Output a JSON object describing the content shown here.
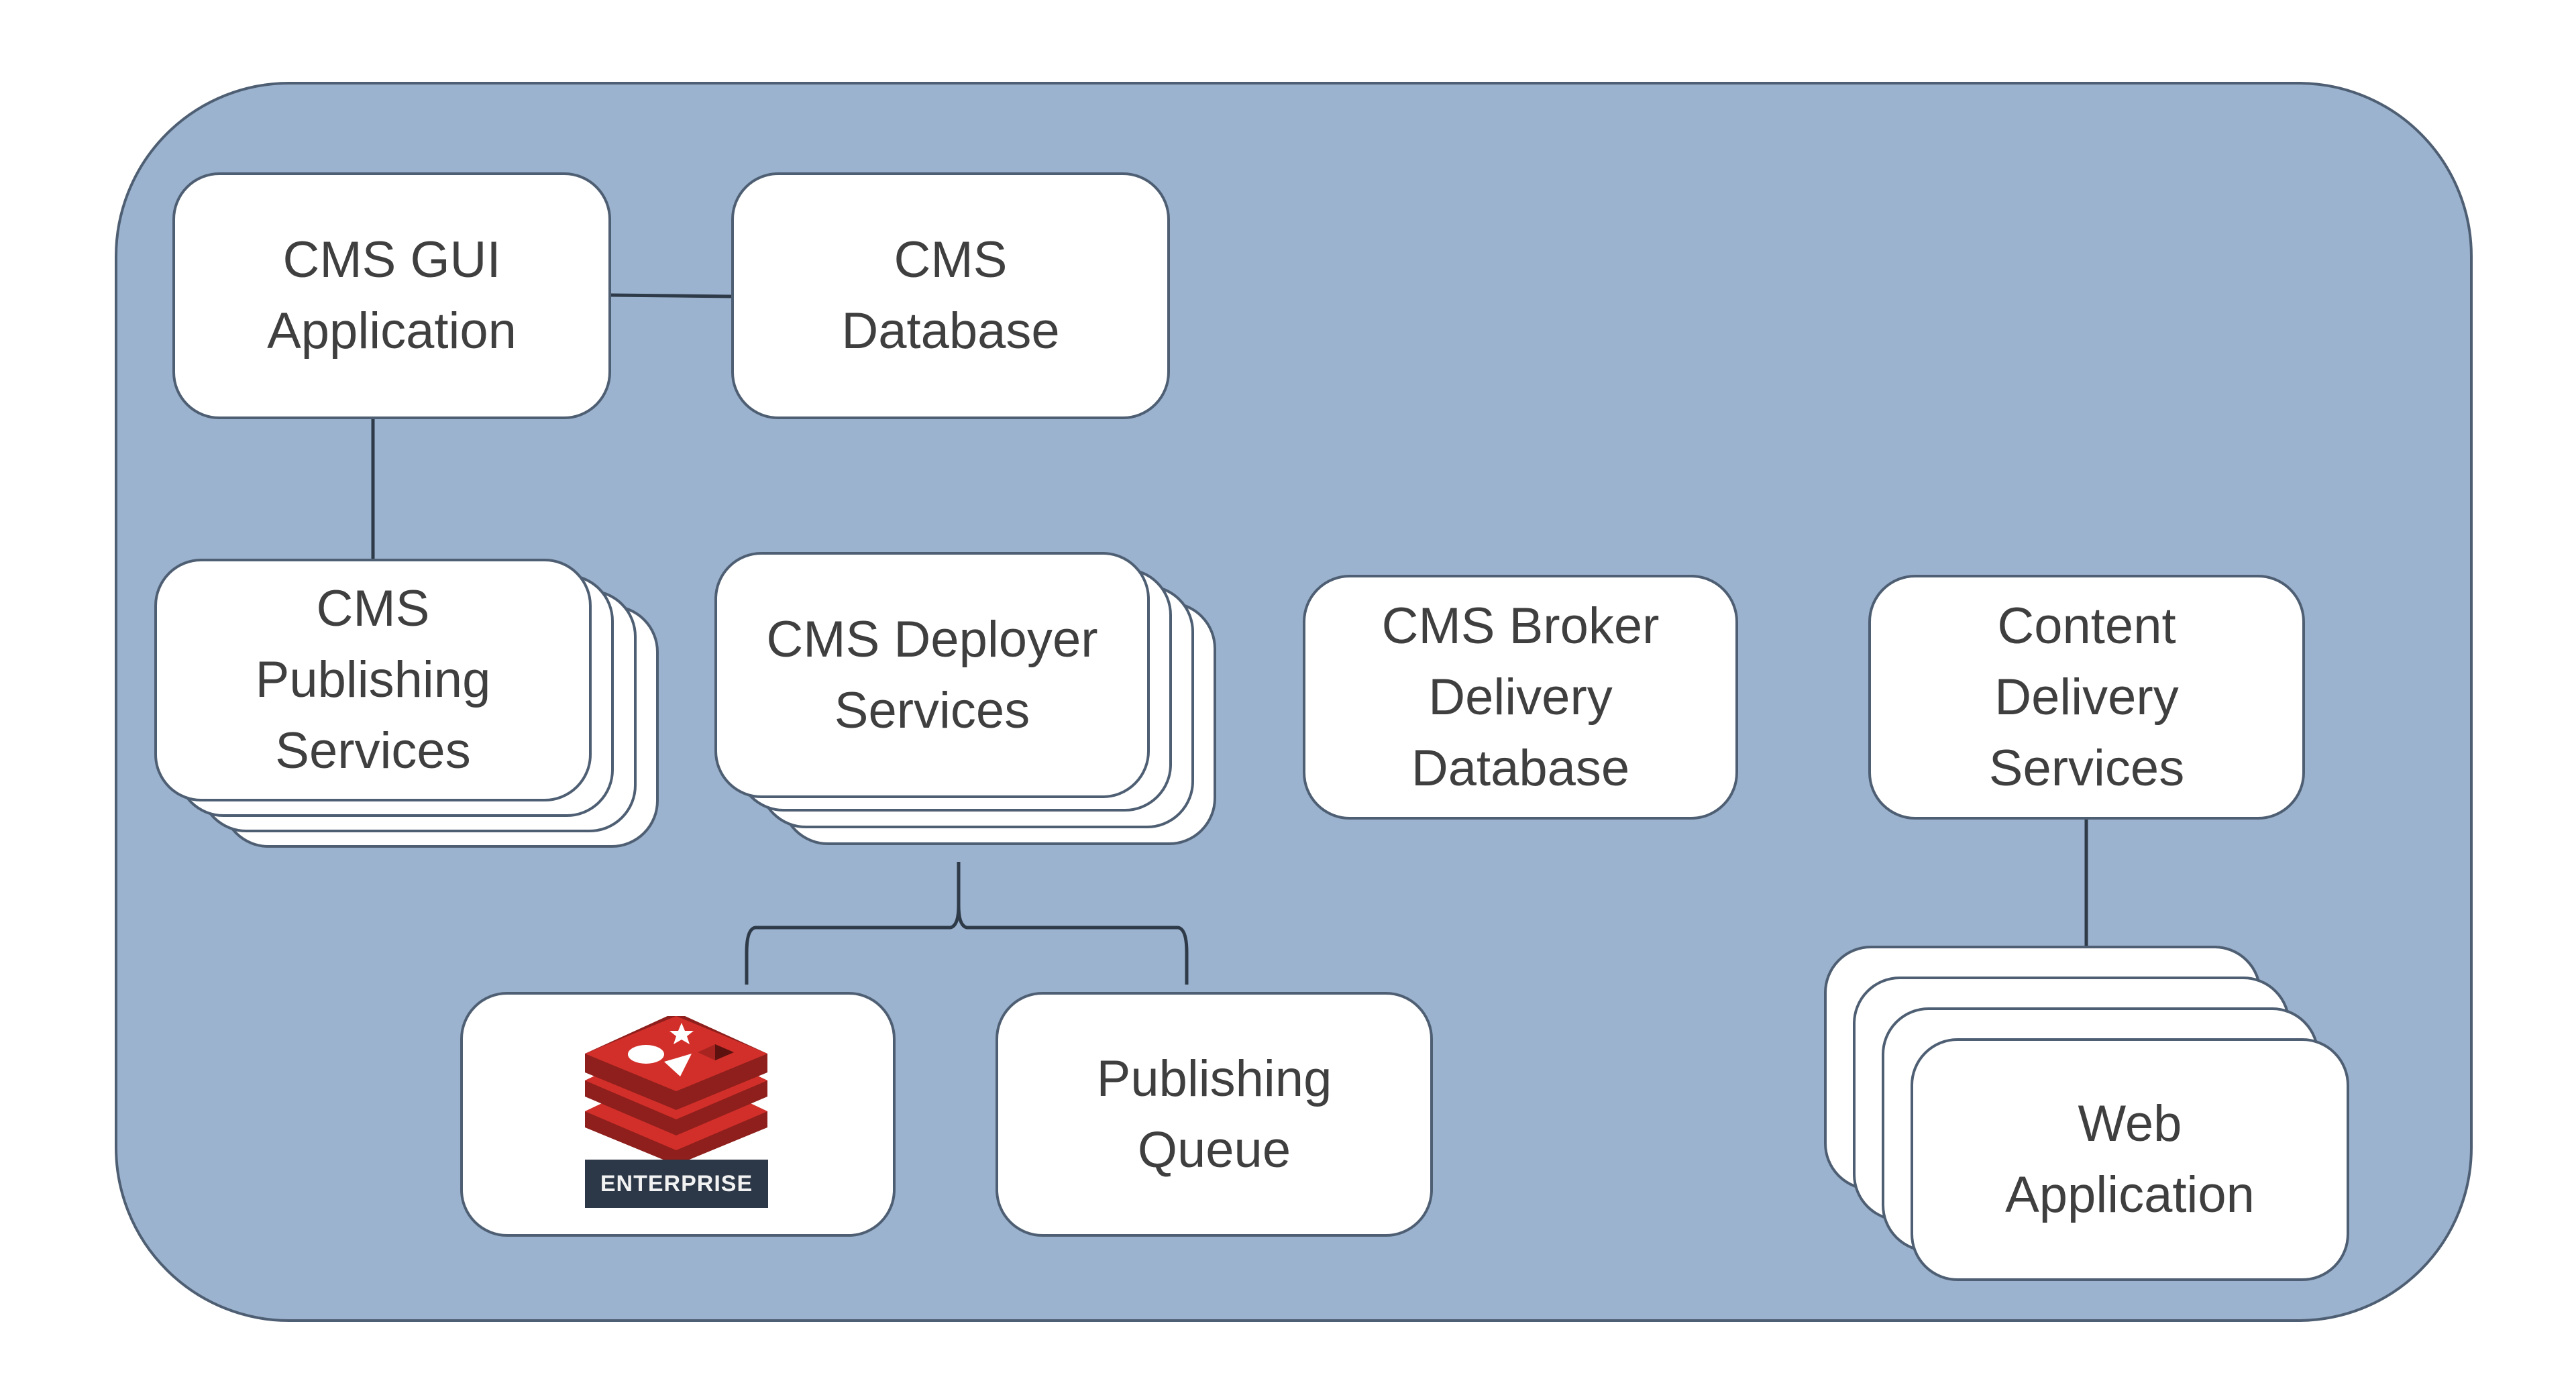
{
  "diagram": {
    "colors": {
      "container_fill": "#9bb3cf",
      "border": "#4f5f73",
      "node_fill": "#ffffff",
      "text": "#3f3f3f",
      "redis_red": "#d22f2a",
      "redis_dark": "#8f1f1c",
      "badge": "#2c3747"
    },
    "nodes": {
      "cms_gui": {
        "label": "CMS GUI\nApplication"
      },
      "cms_database": {
        "label": "CMS\nDatabase"
      },
      "cms_publishing": {
        "label": "CMS\nPublishing\nServices",
        "stacked": true,
        "instances": 4
      },
      "cms_deployer": {
        "label": "CMS Deployer\nServices",
        "stacked": true,
        "instances": 4
      },
      "cms_broker": {
        "label": "CMS Broker\nDelivery\nDatabase"
      },
      "content_delivery": {
        "label": "Content\nDelivery\nServices"
      },
      "redis": {
        "logo": "redis-logo-icon",
        "badge": "ENTERPRISE"
      },
      "publishing_queue": {
        "label": "Publishing\nQueue"
      },
      "web_application": {
        "label": "Web\nApplication",
        "stacked": true,
        "instances": 4
      }
    },
    "edges": [
      {
        "from": "cms_gui",
        "to": "cms_database"
      },
      {
        "from": "cms_gui",
        "to": "cms_publishing"
      },
      {
        "from": "cms_deployer",
        "to": [
          "redis",
          "publishing_queue"
        ],
        "style": "bracket"
      },
      {
        "from": "content_delivery",
        "to": "web_application"
      }
    ]
  }
}
